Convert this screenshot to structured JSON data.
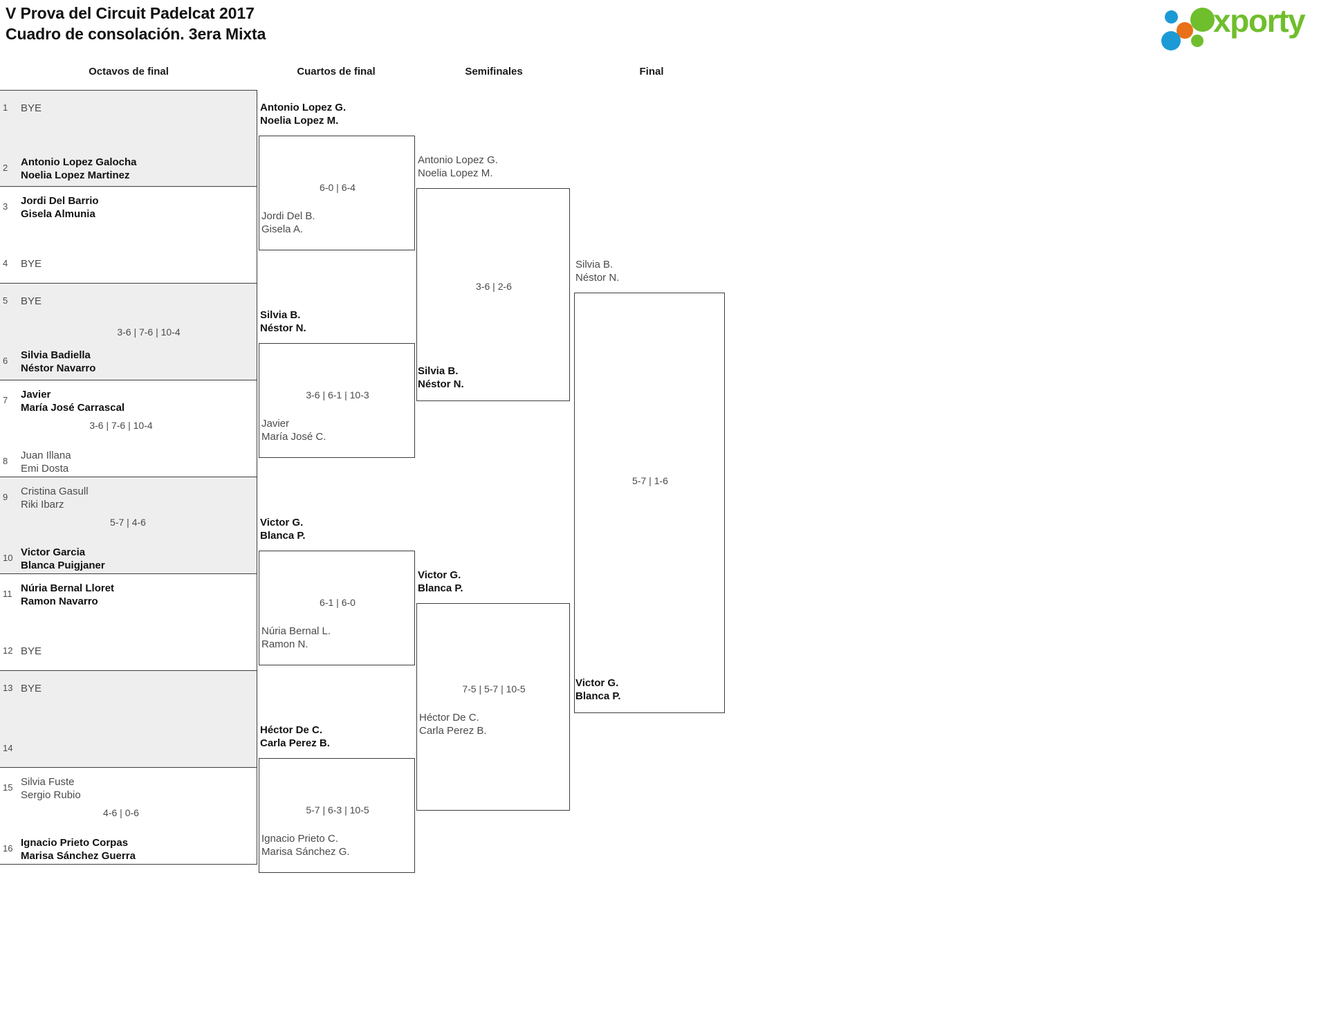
{
  "header": {
    "title_line1": "V Prova del Circuit Padelcat 2017",
    "title_line2": "Cuadro de consolación. 3era Mixta"
  },
  "logo": {
    "wordmark": "xporty",
    "green": "#6FBE2C",
    "blue": "#1C9AD6",
    "orange": "#E8701A"
  },
  "rounds": [
    {
      "label": "Octavos de final"
    },
    {
      "label": "Cuartos de final"
    },
    {
      "label": "Semifinales"
    },
    {
      "label": "Final"
    }
  ],
  "round1": {
    "slots": [
      {
        "seed": "1",
        "line1": "BYE",
        "line2": "",
        "status": "bye"
      },
      {
        "seed": "2",
        "line1": "Antonio Lopez Galocha",
        "line2": "Noelia Lopez Martinez",
        "status": "winner"
      },
      {
        "seed": "3",
        "line1": "Jordi Del Barrio",
        "line2": "Gisela Almunia",
        "status": "winner"
      },
      {
        "seed": "4",
        "line1": "BYE",
        "line2": "",
        "status": "bye"
      },
      {
        "seed": "5",
        "line1": "BYE",
        "line2": "",
        "status": "bye"
      },
      {
        "seed": "6",
        "line1": "Silvia Badiella",
        "line2": "Néstor Navarro",
        "status": "winner"
      },
      {
        "seed": "7",
        "line1": "Javier",
        "line2": "María José Carrascal",
        "status": "winner"
      },
      {
        "seed": "8",
        "line1": "Juan Illana",
        "line2": "Emi Dosta",
        "status": "loser"
      },
      {
        "seed": "9",
        "line1": "Cristina Gasull",
        "line2": "Riki Ibarz",
        "status": "loser"
      },
      {
        "seed": "10",
        "line1": "Victor Garcia",
        "line2": "Blanca Puigjaner",
        "status": "winner"
      },
      {
        "seed": "11",
        "line1": "Núria Bernal Lloret",
        "line2": "Ramon Navarro",
        "status": "winner"
      },
      {
        "seed": "12",
        "line1": "BYE",
        "line2": "",
        "status": "bye"
      },
      {
        "seed": "13",
        "line1": "BYE",
        "line2": "",
        "status": "bye"
      },
      {
        "seed": "14",
        "line1": "",
        "line2": "",
        "status": "empty"
      },
      {
        "seed": "15",
        "line1": "Silvia Fuste",
        "line2": "Sergio Rubio",
        "status": "loser"
      },
      {
        "seed": "16",
        "line1": "Ignacio Prieto Corpas",
        "line2": "Marisa Sánchez Guerra",
        "status": "winner"
      }
    ],
    "scores": [
      "",
      "",
      "3-6 | 7-6 | 10-4",
      "5-7 | 4-6",
      "",
      "",
      "",
      "4-6 | 0-6"
    ]
  },
  "round2": {
    "matches": [
      {
        "winner_line1": "Antonio Lopez G.",
        "winner_line2": "Noelia Lopez M.",
        "loser_line1": "Jordi Del B.",
        "loser_line2": "Gisela A.",
        "score": "6-0 | 6-4"
      },
      {
        "winner_line1": "Silvia B.",
        "winner_line2": "Néstor N.",
        "loser_line1": "Javier",
        "loser_line2": "María José C.",
        "score": "3-6 | 6-1 | 10-3"
      },
      {
        "winner_line1": "Victor G.",
        "winner_line2": "Blanca P.",
        "loser_line1": "Núria Bernal L.",
        "loser_line2": "Ramon N.",
        "score": "6-1 | 6-0"
      },
      {
        "winner_line1": "Héctor De C.",
        "winner_line2": "Carla Perez B.",
        "loser_line1": "Ignacio Prieto C.",
        "loser_line2": "Marisa Sánchez G.",
        "score": "5-7 | 6-3 | 10-5"
      }
    ]
  },
  "round3": {
    "matches": [
      {
        "winner_line1": "Silvia B.",
        "winner_line2": "Néstor N.",
        "loser_line1": "Antonio Lopez G.",
        "loser_line2": "Noelia Lopez M.",
        "score": "3-6 | 2-6"
      },
      {
        "winner_line1": "Victor G.",
        "winner_line2": "Blanca P.",
        "loser_line1": "Héctor De C.",
        "loser_line2": "Carla Perez B.",
        "score": "7-5 | 5-7 | 10-5"
      }
    ]
  },
  "round4": {
    "matches": [
      {
        "winner_line1": "Victor G.",
        "winner_line2": "Blanca P.",
        "loser_line1": "Silvia B.",
        "loser_line2": "Néstor N.",
        "score": "5-7 | 1-6"
      }
    ]
  }
}
